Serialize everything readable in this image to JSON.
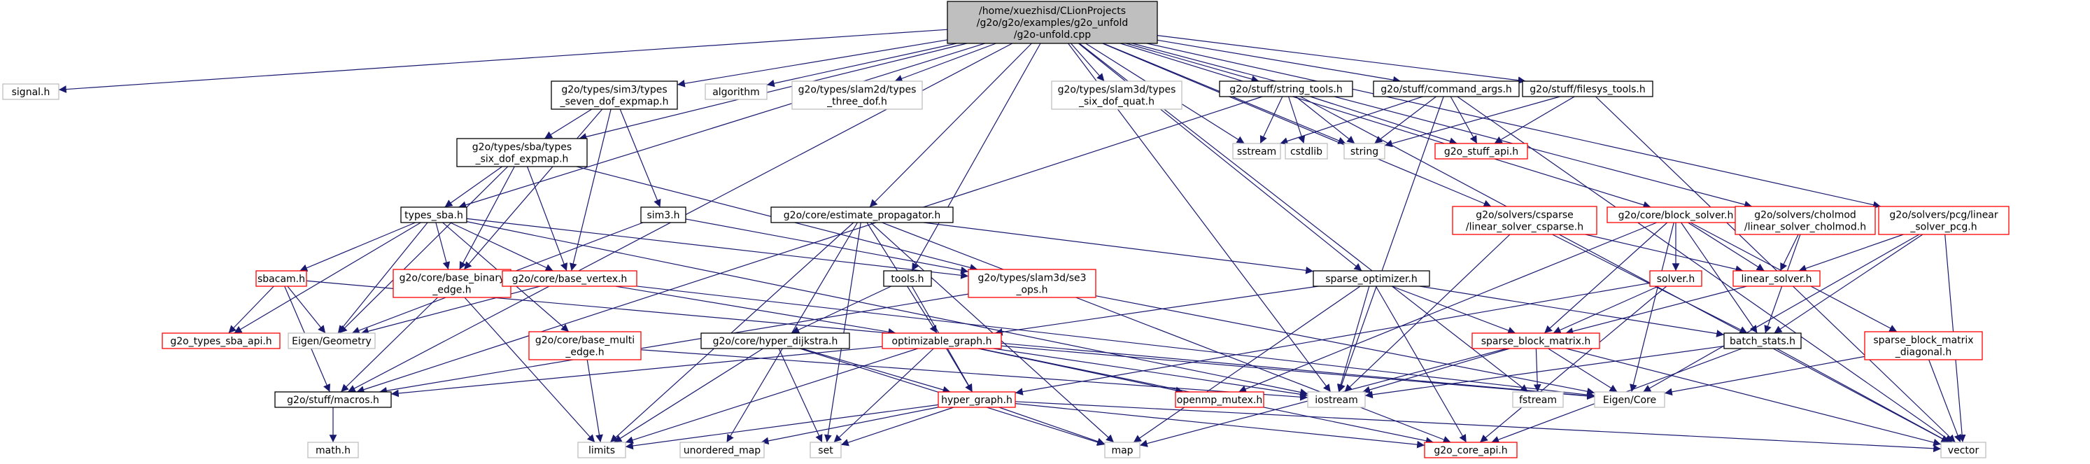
{
  "colors": {
    "node_root_fill": "#bfbfbf",
    "node_fill": "#ffffff",
    "border_default": "#000000",
    "border_missing": "#bfbfbf",
    "border_red": "#ff0000",
    "edge": "#191970",
    "text": "#000000",
    "text_missing": "#000000"
  },
  "nodes": [
    {
      "id": "root",
      "lines": [
        "/home/xuezhisd/CLionProjects",
        "/g2o/g2o/examples/g2o_unfold",
        "/g2o-unfold.cpp"
      ],
      "style": "root"
    },
    {
      "id": "signal",
      "lines": [
        "signal.h"
      ],
      "style": "missing"
    },
    {
      "id": "macros",
      "lines": [
        "g2o/stuff/macros.h"
      ],
      "style": "black"
    },
    {
      "id": "sim3types",
      "lines": [
        "g2o/types/sim3/types",
        "_seven_dof_expmap.h"
      ],
      "style": "black"
    },
    {
      "id": "algorithm",
      "lines": [
        "algorithm"
      ],
      "style": "missing"
    },
    {
      "id": "slam2d",
      "lines": [
        "g2o/types/slam2d/types",
        "_three_dof.h"
      ],
      "style": "missing"
    },
    {
      "id": "slam3d",
      "lines": [
        "g2o/types/slam3d/types",
        "_six_dof_quat.h"
      ],
      "style": "missing"
    },
    {
      "id": "stringtools",
      "lines": [
        "g2o/stuff/string_tools.h"
      ],
      "style": "black"
    },
    {
      "id": "cmdargs",
      "lines": [
        "g2o/stuff/command_args.h"
      ],
      "style": "black"
    },
    {
      "id": "fstools",
      "lines": [
        "g2o/stuff/filesys_tools.h"
      ],
      "style": "black"
    },
    {
      "id": "sbatypes",
      "lines": [
        "g2o/types/sba/types",
        "_six_dof_expmap.h"
      ],
      "style": "black"
    },
    {
      "id": "sstream",
      "lines": [
        "sstream"
      ],
      "style": "missing"
    },
    {
      "id": "cstdlib",
      "lines": [
        "cstdlib"
      ],
      "style": "missing"
    },
    {
      "id": "string",
      "lines": [
        "string"
      ],
      "style": "missing"
    },
    {
      "id": "stuffapi",
      "lines": [
        "g2o_stuff_api.h"
      ],
      "style": "red"
    },
    {
      "id": "typessba",
      "lines": [
        "types_sba.h"
      ],
      "style": "black"
    },
    {
      "id": "sim3",
      "lines": [
        "sim3.h"
      ],
      "style": "black"
    },
    {
      "id": "estprop",
      "lines": [
        "g2o/core/estimate_propagator.h"
      ],
      "style": "black"
    },
    {
      "id": "csparse",
      "lines": [
        "g2o/solvers/csparse",
        "/linear_solver_csparse.h"
      ],
      "style": "red"
    },
    {
      "id": "blocksolver",
      "lines": [
        "g2o/core/block_solver.h"
      ],
      "style": "red"
    },
    {
      "id": "cholmod",
      "lines": [
        "g2o/solvers/cholmod",
        "/linear_solver_cholmod.h"
      ],
      "style": "red"
    },
    {
      "id": "pcg",
      "lines": [
        "g2o/solvers/pcg/linear",
        "_solver_pcg.h"
      ],
      "style": "red"
    },
    {
      "id": "sbacam",
      "lines": [
        "sbacam.h"
      ],
      "style": "red"
    },
    {
      "id": "basebinary",
      "lines": [
        "g2o/core/base_binary",
        "_edge.h"
      ],
      "style": "red"
    },
    {
      "id": "basevertex",
      "lines": [
        "g2o/core/base_vertex.h"
      ],
      "style": "red"
    },
    {
      "id": "se3ops",
      "lines": [
        "g2o/types/slam3d/se3",
        "_ops.h"
      ],
      "style": "red"
    },
    {
      "id": "tools",
      "lines": [
        "tools.h"
      ],
      "style": "black"
    },
    {
      "id": "sparseopt",
      "lines": [
        "sparse_optimizer.h"
      ],
      "style": "black"
    },
    {
      "id": "solver",
      "lines": [
        "solver.h"
      ],
      "style": "red"
    },
    {
      "id": "linsolver",
      "lines": [
        "linear_solver.h"
      ],
      "style": "red"
    },
    {
      "id": "typessbaapi",
      "lines": [
        "g2o_types_sba_api.h"
      ],
      "style": "red"
    },
    {
      "id": "eigengeo",
      "lines": [
        "Eigen/Geometry"
      ],
      "style": "missing"
    },
    {
      "id": "basemulti",
      "lines": [
        "g2o/core/base_multi",
        "_edge.h"
      ],
      "style": "red"
    },
    {
      "id": "dijkstra",
      "lines": [
        "g2o/core/hyper_dijkstra.h"
      ],
      "style": "black"
    },
    {
      "id": "optgraph",
      "lines": [
        "optimizable_graph.h"
      ],
      "style": "red"
    },
    {
      "id": "sparseblock",
      "lines": [
        "sparse_block_matrix.h"
      ],
      "style": "red"
    },
    {
      "id": "batchstats",
      "lines": [
        "batch_stats.h"
      ],
      "style": "black"
    },
    {
      "id": "sbmdiag",
      "lines": [
        "sparse_block_matrix",
        "_diagonal.h"
      ],
      "style": "red"
    },
    {
      "id": "openmp",
      "lines": [
        "openmp_mutex.h"
      ],
      "style": "red"
    },
    {
      "id": "iostream",
      "lines": [
        "iostream"
      ],
      "style": "missing"
    },
    {
      "id": "fstream",
      "lines": [
        "fstream"
      ],
      "style": "missing"
    },
    {
      "id": "eigencore",
      "lines": [
        "Eigen/Core"
      ],
      "style": "missing"
    },
    {
      "id": "mathh",
      "lines": [
        "math.h"
      ],
      "style": "missing"
    },
    {
      "id": "hypergraph",
      "lines": [
        "hyper_graph.h"
      ],
      "style": "red"
    },
    {
      "id": "limits",
      "lines": [
        "limits"
      ],
      "style": "missing"
    },
    {
      "id": "unorderedmap",
      "lines": [
        "unordered_map"
      ],
      "style": "missing"
    },
    {
      "id": "set",
      "lines": [
        "set"
      ],
      "style": "missing"
    },
    {
      "id": "map",
      "lines": [
        "map"
      ],
      "style": "missing"
    },
    {
      "id": "coreapi",
      "lines": [
        "g2o_core_api.h"
      ],
      "style": "red"
    },
    {
      "id": "vector",
      "lines": [
        "vector"
      ],
      "style": "missing"
    }
  ],
  "edges": [
    [
      "root",
      "signal"
    ],
    [
      "root",
      "macros"
    ],
    [
      "root",
      "sim3types"
    ],
    [
      "root",
      "algorithm"
    ],
    [
      "root",
      "slam2d"
    ],
    [
      "root",
      "slam3d"
    ],
    [
      "root",
      "stringtools"
    ],
    [
      "root",
      "cmdargs"
    ],
    [
      "root",
      "fstools"
    ],
    [
      "root",
      "sbatypes"
    ],
    [
      "root",
      "typessba"
    ],
    [
      "root",
      "estprop"
    ],
    [
      "root",
      "tools"
    ],
    [
      "root",
      "sparseopt"
    ],
    [
      "root",
      "csparse"
    ],
    [
      "root",
      "blocksolver"
    ],
    [
      "root",
      "cholmod"
    ],
    [
      "root",
      "pcg"
    ],
    [
      "root",
      "sstream"
    ],
    [
      "root",
      "string"
    ],
    [
      "root",
      "iostream"
    ],
    [
      "root",
      "fstream"
    ],
    [
      "sim3types",
      "sbatypes"
    ],
    [
      "sim3types",
      "sim3"
    ],
    [
      "sim3types",
      "basebinary"
    ],
    [
      "sim3types",
      "basevertex"
    ],
    [
      "sbatypes",
      "typessba"
    ],
    [
      "sbatypes",
      "basebinary"
    ],
    [
      "sbatypes",
      "basevertex"
    ],
    [
      "sbatypes",
      "se3ops"
    ],
    [
      "sbatypes",
      "eigengeo"
    ],
    [
      "stringtools",
      "sstream"
    ],
    [
      "stringtools",
      "cstdlib"
    ],
    [
      "stringtools",
      "string"
    ],
    [
      "stringtools",
      "stuffapi"
    ],
    [
      "stringtools",
      "vector"
    ],
    [
      "stringtools",
      "macros"
    ],
    [
      "cmdargs",
      "sstream"
    ],
    [
      "cmdargs",
      "string"
    ],
    [
      "cmdargs",
      "stuffapi"
    ],
    [
      "cmdargs",
      "vector"
    ],
    [
      "cmdargs",
      "iostream"
    ],
    [
      "fstools",
      "string"
    ],
    [
      "fstools",
      "stuffapi"
    ],
    [
      "fstools",
      "vector"
    ],
    [
      "typessba",
      "sbacam"
    ],
    [
      "typessba",
      "basebinary"
    ],
    [
      "typessba",
      "basevertex"
    ],
    [
      "typessba",
      "typessbaapi"
    ],
    [
      "typessba",
      "eigengeo"
    ],
    [
      "typessba",
      "basemulti"
    ],
    [
      "typessba",
      "se3ops"
    ],
    [
      "typessba",
      "iostream"
    ],
    [
      "sim3",
      "se3ops"
    ],
    [
      "sim3",
      "eigengeo"
    ],
    [
      "estprop",
      "sparseopt"
    ],
    [
      "estprop",
      "optgraph"
    ],
    [
      "estprop",
      "limits"
    ],
    [
      "estprop",
      "unorderedmap"
    ],
    [
      "estprop",
      "set"
    ],
    [
      "estprop",
      "map"
    ],
    [
      "estprop",
      "coreapi"
    ],
    [
      "csparse",
      "linsolver"
    ],
    [
      "csparse",
      "batchstats"
    ],
    [
      "csparse",
      "iostream"
    ],
    [
      "blocksolver",
      "solver"
    ],
    [
      "blocksolver",
      "linsolver"
    ],
    [
      "blocksolver",
      "sparseblock"
    ],
    [
      "blocksolver",
      "sbmdiag"
    ],
    [
      "blocksolver",
      "openmp"
    ],
    [
      "blocksolver",
      "batchstats"
    ],
    [
      "blocksolver",
      "eigencore"
    ],
    [
      "cholmod",
      "linsolver"
    ],
    [
      "cholmod",
      "batchstats"
    ],
    [
      "pcg",
      "linsolver"
    ],
    [
      "pcg",
      "batchstats"
    ],
    [
      "pcg",
      "vector"
    ],
    [
      "pcg",
      "eigencore"
    ],
    [
      "sbacam",
      "typessbaapi"
    ],
    [
      "sbacam",
      "eigengeo"
    ],
    [
      "sbacam",
      "macros"
    ],
    [
      "sbacam",
      "eigencore"
    ],
    [
      "basebinary",
      "limits"
    ],
    [
      "basebinary",
      "macros"
    ],
    [
      "basevertex",
      "optgraph"
    ],
    [
      "basevertex",
      "eigencore"
    ],
    [
      "basevertex",
      "eigengeo"
    ],
    [
      "se3ops",
      "eigencore"
    ],
    [
      "se3ops",
      "macros"
    ],
    [
      "tools",
      "dijkstra"
    ],
    [
      "tools",
      "hypergraph"
    ],
    [
      "sparseopt",
      "optgraph"
    ],
    [
      "sparseopt",
      "sparseblock"
    ],
    [
      "sparseopt",
      "batchstats"
    ],
    [
      "sparseopt",
      "iostream"
    ],
    [
      "sparseopt",
      "map"
    ],
    [
      "sparseopt",
      "coreapi"
    ],
    [
      "solver",
      "sparseblock"
    ],
    [
      "solver",
      "hypergraph"
    ],
    [
      "solver",
      "coreapi"
    ],
    [
      "linsolver",
      "sparseblock"
    ],
    [
      "basemulti",
      "limits"
    ],
    [
      "basemulti",
      "iostream"
    ],
    [
      "dijkstra",
      "hypergraph"
    ],
    [
      "dijkstra",
      "limits"
    ],
    [
      "dijkstra",
      "set"
    ],
    [
      "dijkstra",
      "map"
    ],
    [
      "optgraph",
      "hypergraph"
    ],
    [
      "optgraph",
      "openmp"
    ],
    [
      "optgraph",
      "macros"
    ],
    [
      "optgraph",
      "limits"
    ],
    [
      "optgraph",
      "set"
    ],
    [
      "optgraph",
      "iostream"
    ],
    [
      "optgraph",
      "coreapi"
    ],
    [
      "optgraph",
      "eigencore"
    ],
    [
      "sparseblock",
      "fstream"
    ],
    [
      "sparseblock",
      "eigencore"
    ],
    [
      "sparseblock",
      "vector"
    ],
    [
      "sparseblock",
      "map"
    ],
    [
      "sparseblock",
      "iostream"
    ],
    [
      "batchstats",
      "iostream"
    ],
    [
      "batchstats",
      "vector"
    ],
    [
      "batchstats",
      "coreapi"
    ],
    [
      "sbmdiag",
      "vector"
    ],
    [
      "sbmdiag",
      "eigencore"
    ],
    [
      "macros",
      "mathh"
    ],
    [
      "hypergraph",
      "limits"
    ],
    [
      "hypergraph",
      "unorderedmap"
    ],
    [
      "hypergraph",
      "set"
    ],
    [
      "hypergraph",
      "map"
    ],
    [
      "hypergraph",
      "vector"
    ],
    [
      "hypergraph",
      "coreapi"
    ]
  ]
}
